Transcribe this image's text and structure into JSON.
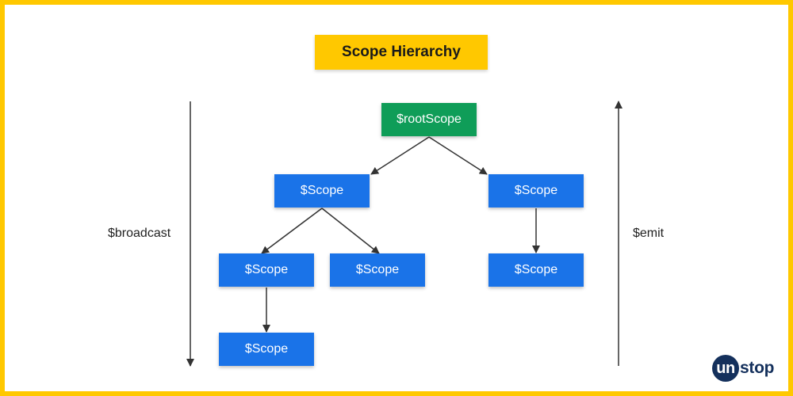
{
  "title": "Scope Hierarchy",
  "nodes": {
    "root": "$rootScope",
    "left": "$Scope",
    "right": "$Scope",
    "left_left": "$Scope",
    "left_right": "$Scope",
    "left_left_child": "$Scope",
    "right_child": "$Scope"
  },
  "broadcast_label": "$broadcast",
  "emit_label": "$emit",
  "logo": {
    "circle_text": "un",
    "rest_text": "stop"
  },
  "colors": {
    "frame": "#ffc800",
    "title_bg": "#ffc800",
    "root_node": "#0f9d58",
    "child_node": "#1a73e8",
    "logo": "#14305c",
    "arrow": "#333333"
  }
}
